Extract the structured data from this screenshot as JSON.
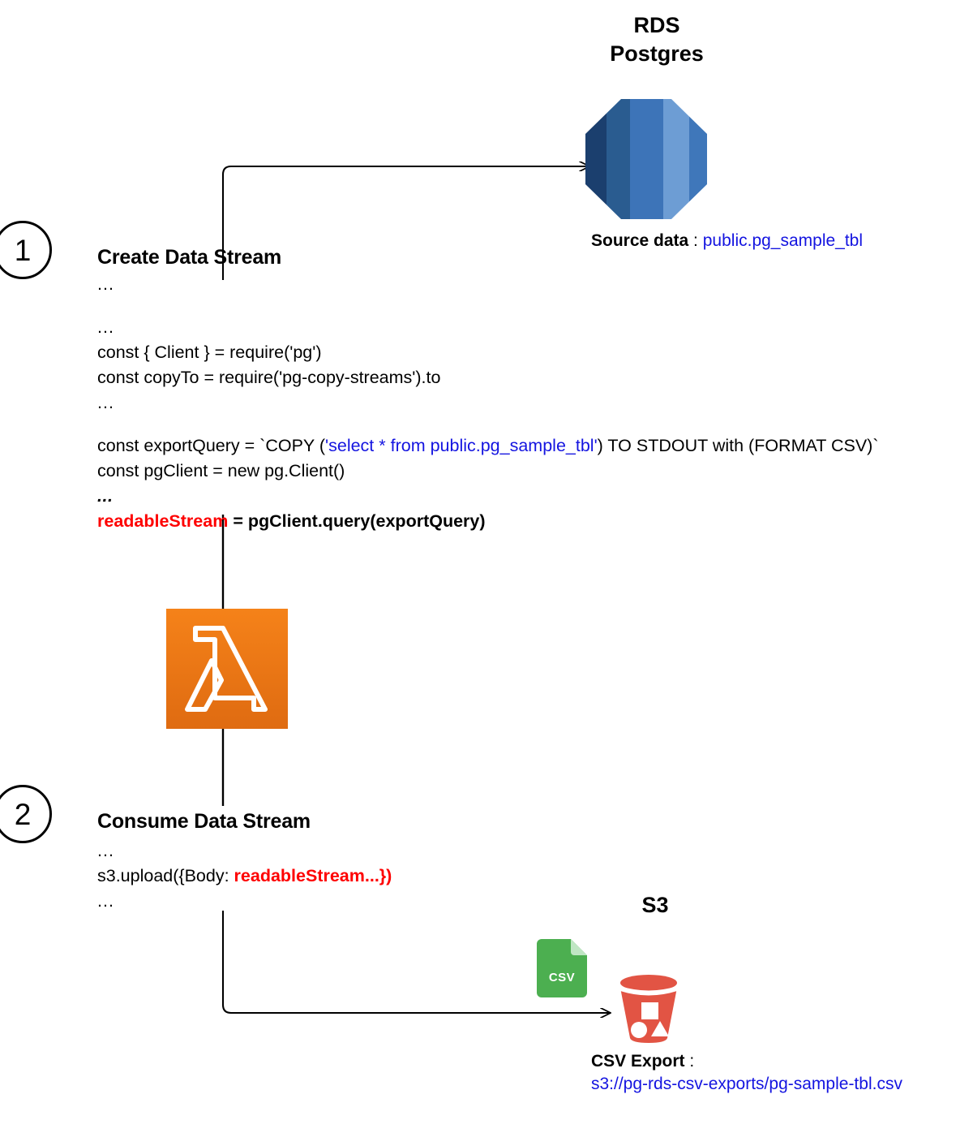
{
  "diagram": {
    "title_implicit": "RDS Postgres to S3 CSV export data stream",
    "steps": [
      {
        "number": "1",
        "heading": "Create Data Stream"
      },
      {
        "number": "2",
        "heading": "Consume Data Stream"
      }
    ],
    "services": {
      "rds": {
        "title_line1": "RDS",
        "title_line2": "Postgres",
        "icon": "rds-database-icon",
        "caption_label": "Source data",
        "caption_separator": " : ",
        "caption_value": "public.pg_sample_tbl"
      },
      "lambda": {
        "icon": "aws-lambda-icon",
        "glyph": "λ"
      },
      "s3": {
        "title": "S3",
        "icon": "s3-bucket-icon",
        "caption_label": "CSV Export",
        "caption_separator": " : ",
        "caption_value": "s3://pg-rds-csv-exports/pg-sample-tbl.csv"
      },
      "csv_file": {
        "icon": "csv-file-icon",
        "label": "CSV"
      }
    },
    "code_create": [
      {
        "type": "ellipsis",
        "text": "..."
      },
      {
        "type": "gap"
      },
      {
        "type": "ellipsis",
        "text": "..."
      },
      {
        "type": "plain",
        "text": "const { Client } = require('pg')"
      },
      {
        "type": "plain",
        "text": "const copyTo = require('pg-copy-streams').to"
      },
      {
        "type": "ellipsis",
        "text": "..."
      },
      {
        "type": "gap"
      },
      {
        "type": "mixed",
        "prefix": "const exportQuery = `COPY (",
        "highlight": "'select * from public.pg_sample_tbl'",
        "suffix": ") TO STDOUT with (FORMAT CSV)`"
      },
      {
        "type": "plain",
        "text": "const pgClient = new pg.Client()"
      },
      {
        "type": "ellipsis-bold",
        "text": "..."
      },
      {
        "type": "stream",
        "stream_var": "readableStream",
        "rest": " = pgClient.query(exportQuery)"
      }
    ],
    "code_consume": [
      {
        "type": "ellipsis",
        "text": "..."
      },
      {
        "type": "upload",
        "prefix": "s3.upload({Body: ",
        "stream_var": "readableStream",
        "suffix": "...})"
      },
      {
        "type": "ellipsis",
        "text": "..."
      }
    ],
    "colors": {
      "link_blue": "#1414e0",
      "stream_red": "#fe0000",
      "lambda_orange_top": "#f58219",
      "lambda_orange_bottom": "#e06c13",
      "s3_red": "#e25444",
      "csv_green": "#4caf50",
      "rds_band_1": "#1b3f6e",
      "rds_band_2": "#2a5c90",
      "rds_band_3": "#3d74b8",
      "rds_band_4": "#6d9dd4",
      "rds_band_5": "#3f77ba",
      "connector_black": "#000000"
    }
  }
}
